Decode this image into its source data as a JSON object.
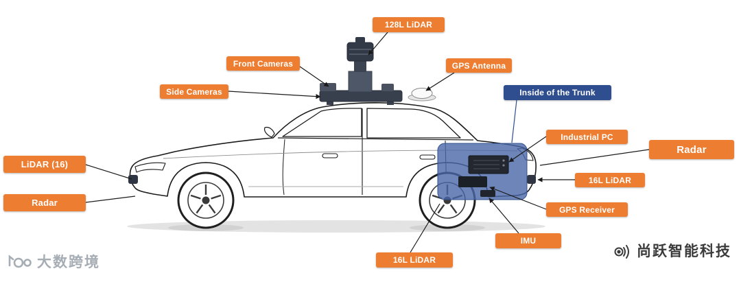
{
  "labels": {
    "lidar128": {
      "text": "128L LiDAR"
    },
    "front_cameras": {
      "text": "Front Cameras"
    },
    "gps_antenna": {
      "text": "GPS Antenna"
    },
    "side_cameras": {
      "text": "Side Cameras"
    },
    "inside_trunk": {
      "text": "Inside of the Trunk"
    },
    "industrial_pc": {
      "text": "Industrial PC"
    },
    "radar_right": {
      "text": "Radar"
    },
    "lidar16_right": {
      "text": "16L LiDAR"
    },
    "gps_receiver": {
      "text": "GPS Receiver"
    },
    "imu": {
      "text": "IMU"
    },
    "lidar16_bottom": {
      "text": "16L LiDAR"
    },
    "lidar16_left": {
      "text": "LiDAR (16)"
    },
    "radar_left": {
      "text": "Radar"
    }
  },
  "watermarks": {
    "left": {
      "text": "大数跨境"
    },
    "right": {
      "text": "尚跃智能科技"
    }
  },
  "icons": {
    "watermark_left_icon": "glasses-logo-icon",
    "watermark_right_icon": "lens-waves-icon"
  },
  "colors": {
    "label_orange": "#ED7D31",
    "label_navy": "#2F4E8F",
    "trunk_overlay": "#4A67A8",
    "sketch_ink": "#1A1A1A",
    "watermark_gray": "#A6ADB5",
    "watermark_dark": "#3B3B3B"
  }
}
